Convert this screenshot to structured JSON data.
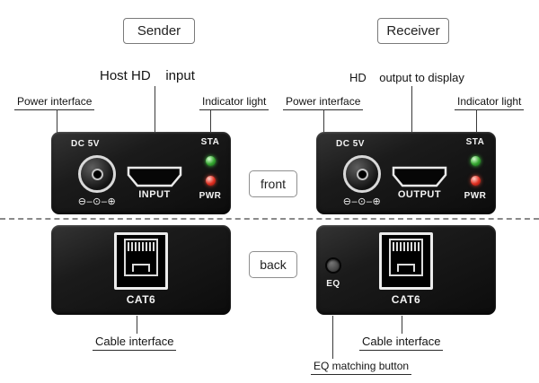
{
  "header": {
    "sender_title": "Sender",
    "receiver_title": "Receiver"
  },
  "views": {
    "front": "front",
    "back": "back"
  },
  "sender": {
    "top_annotation": "Host HD    input",
    "power_annotation": "Power interface",
    "indicator_annotation": "Indicator light",
    "cable_annotation": "Cable interface",
    "dc_label": "DC 5V",
    "polarity": "⊖–⊙–⊕",
    "hdmi_label": "INPUT",
    "sta_label": "STA",
    "pwr_label": "PWR",
    "rj45_label": "CAT6"
  },
  "receiver": {
    "top_annotation": "HD    output to display",
    "power_annotation": "Power interface",
    "indicator_annotation": "Indicator light",
    "cable_annotation": "Cable interface",
    "eq_annotation": "EQ matching button",
    "dc_label": "DC 5V",
    "polarity": "⊖–⊙–⊕",
    "hdmi_label": "OUTPUT",
    "sta_label": "STA",
    "pwr_label": "PWR",
    "eq_label": "EQ",
    "rj45_label": "CAT6"
  },
  "colors": {
    "panel": "#1b1b1b",
    "led_green": "#34a52f",
    "led_red": "#df2e20"
  }
}
